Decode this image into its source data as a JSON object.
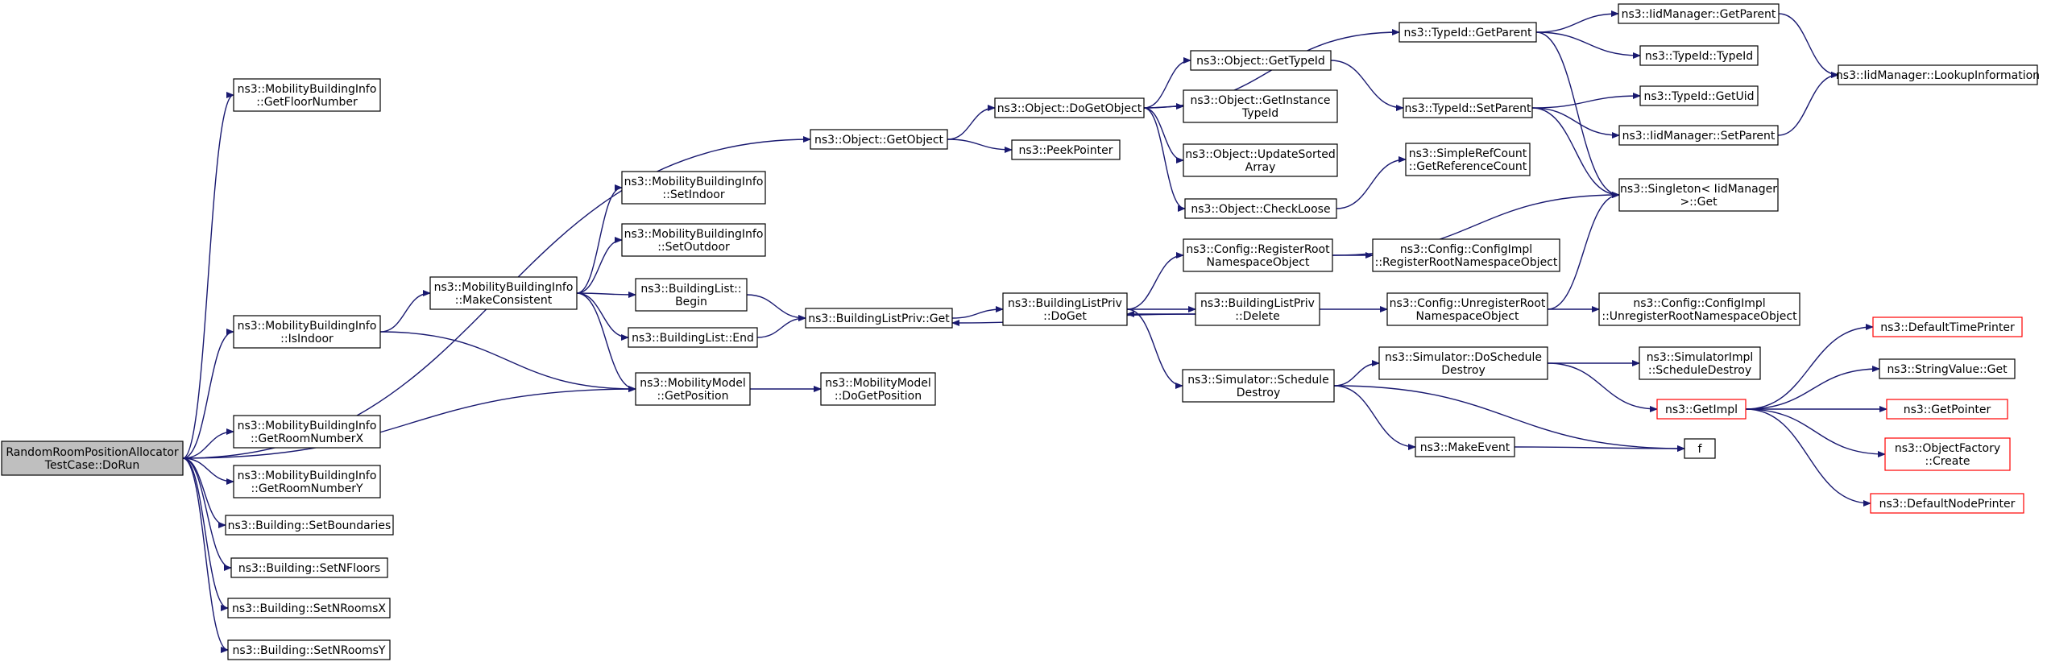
{
  "colors": {
    "edge": "#191970",
    "node_border": "#000000",
    "node_fill": "#ffffff",
    "root_fill": "#bfbfbf",
    "root_border": "#000000",
    "truncated_border": "#ff0000"
  },
  "nodes": {
    "root": {
      "lines": [
        "RandomRoomPositionAllocator",
        "TestCase::DoRun"
      ]
    },
    "getFloorNumber": {
      "lines": [
        "ns3::MobilityBuildingInfo",
        "::GetFloorNumber"
      ]
    },
    "isIndoor": {
      "lines": [
        "ns3::MobilityBuildingInfo",
        "::IsIndoor"
      ]
    },
    "getRoomNumberX": {
      "lines": [
        "ns3::MobilityBuildingInfo",
        "::GetRoomNumberX"
      ]
    },
    "getRoomNumberY": {
      "lines": [
        "ns3::MobilityBuildingInfo",
        "::GetRoomNumberY"
      ]
    },
    "setBoundaries": {
      "lines": [
        "ns3::Building::SetBoundaries"
      ]
    },
    "setNFloors": {
      "lines": [
        "ns3::Building::SetNFloors"
      ]
    },
    "setNRoomsX": {
      "lines": [
        "ns3::Building::SetNRoomsX"
      ]
    },
    "setNRoomsY": {
      "lines": [
        "ns3::Building::SetNRoomsY"
      ]
    },
    "makeConsistent": {
      "lines": [
        "ns3::MobilityBuildingInfo",
        "::MakeConsistent"
      ]
    },
    "setIndoor": {
      "lines": [
        "ns3::MobilityBuildingInfo",
        "::SetIndoor"
      ]
    },
    "setOutdoor": {
      "lines": [
        "ns3::MobilityBuildingInfo",
        "::SetOutdoor"
      ]
    },
    "blBegin": {
      "lines": [
        "ns3::BuildingList::",
        "Begin"
      ]
    },
    "blEnd": {
      "lines": [
        "ns3::BuildingList::End"
      ]
    },
    "getPosition": {
      "lines": [
        "ns3::MobilityModel",
        "::GetPosition"
      ]
    },
    "doGetPosition": {
      "lines": [
        "ns3::MobilityModel",
        "::DoGetPosition"
      ]
    },
    "getObject": {
      "lines": [
        "ns3::Object::GetObject"
      ]
    },
    "doGetObject": {
      "lines": [
        "ns3::Object::DoGetObject"
      ]
    },
    "peekPointer": {
      "lines": [
        "ns3::PeekPointer"
      ]
    },
    "getTypeId": {
      "lines": [
        "ns3::Object::GetTypeId"
      ]
    },
    "getInstanceTypeId": {
      "lines": [
        "ns3::Object::GetInstance",
        "TypeId"
      ]
    },
    "updateSortedArray": {
      "lines": [
        "ns3::Object::UpdateSorted",
        "Array"
      ]
    },
    "checkLoose": {
      "lines": [
        "ns3::Object::CheckLoose"
      ]
    },
    "typeIdGetParent": {
      "lines": [
        "ns3::TypeId::GetParent"
      ]
    },
    "typeIdSetParent": {
      "lines": [
        "ns3::TypeId::SetParent"
      ]
    },
    "iidGetParent": {
      "lines": [
        "ns3::IidManager::GetParent"
      ]
    },
    "typeIdTypeId": {
      "lines": [
        "ns3::TypeId::TypeId"
      ]
    },
    "getUid": {
      "lines": [
        "ns3::TypeId::GetUid"
      ]
    },
    "iidSetParent": {
      "lines": [
        "ns3::IidManager::SetParent"
      ]
    },
    "lookupInformation": {
      "lines": [
        "ns3::IidManager::LookupInformation"
      ]
    },
    "singletonGet": {
      "lines": [
        "ns3::Singleton< IidManager",
        ">::Get"
      ]
    },
    "getReferenceCount": {
      "lines": [
        "ns3::SimpleRefCount",
        "::GetReferenceCount"
      ]
    },
    "blPrivGet": {
      "lines": [
        "ns3::BuildingListPriv::Get"
      ]
    },
    "blPrivDoGet": {
      "lines": [
        "ns3::BuildingListPriv",
        "::DoGet"
      ]
    },
    "blPrivDelete": {
      "lines": [
        "ns3::BuildingListPriv",
        "::Delete"
      ]
    },
    "registerRootNs": {
      "lines": [
        "ns3::Config::RegisterRoot",
        "NamespaceObject"
      ]
    },
    "configImplRegister": {
      "lines": [
        "ns3::Config::ConfigImpl",
        "::RegisterRootNamespaceObject"
      ]
    },
    "unregisterRootNs": {
      "lines": [
        "ns3::Config::UnregisterRoot",
        "NamespaceObject"
      ]
    },
    "configImplUnregister": {
      "lines": [
        "ns3::Config::ConfigImpl",
        "::UnregisterRootNamespaceObject"
      ]
    },
    "scheduleDestroy": {
      "lines": [
        "ns3::Simulator::Schedule",
        "Destroy"
      ]
    },
    "doScheduleDestroy": {
      "lines": [
        "ns3::Simulator::DoSchedule",
        "Destroy"
      ]
    },
    "simImplScheduleDestroy": {
      "lines": [
        "ns3::SimulatorImpl",
        "::ScheduleDestroy"
      ]
    },
    "makeEvent": {
      "lines": [
        "ns3::MakeEvent"
      ]
    },
    "f": {
      "lines": [
        "f"
      ]
    },
    "getImpl": {
      "lines": [
        "ns3::GetImpl"
      ]
    },
    "defaultTimePrinter": {
      "lines": [
        "ns3::DefaultTimePrinter"
      ]
    },
    "stringValueGet": {
      "lines": [
        "ns3::StringValue::Get"
      ]
    },
    "getPointer": {
      "lines": [
        "ns3::GetPointer"
      ]
    },
    "objectFactoryCreate": {
      "lines": [
        "ns3::ObjectFactory",
        "::Create"
      ]
    },
    "defaultNodePrinter": {
      "lines": [
        "ns3::DefaultNodePrinter"
      ]
    }
  },
  "edges": [
    [
      "root",
      "getFloorNumber"
    ],
    [
      "root",
      "isIndoor"
    ],
    [
      "root",
      "getObject"
    ],
    [
      "root",
      "getPosition"
    ],
    [
      "root",
      "getRoomNumberX"
    ],
    [
      "root",
      "getRoomNumberY"
    ],
    [
      "root",
      "setBoundaries"
    ],
    [
      "root",
      "setNFloors"
    ],
    [
      "root",
      "setNRoomsX"
    ],
    [
      "root",
      "setNRoomsY"
    ],
    [
      "isIndoor",
      "makeConsistent"
    ],
    [
      "isIndoor",
      "getPosition"
    ],
    [
      "makeConsistent",
      "setIndoor"
    ],
    [
      "makeConsistent",
      "setOutdoor"
    ],
    [
      "makeConsistent",
      "blBegin"
    ],
    [
      "makeConsistent",
      "blEnd"
    ],
    [
      "makeConsistent",
      "getPosition"
    ],
    [
      "blBegin",
      "blPrivGet"
    ],
    [
      "blEnd",
      "blPrivGet"
    ],
    [
      "getPosition",
      "doGetPosition"
    ],
    [
      "getObject",
      "doGetObject"
    ],
    [
      "getObject",
      "peekPointer"
    ],
    [
      "doGetObject",
      "typeIdGetParent"
    ],
    [
      "doGetObject",
      "getTypeId"
    ],
    [
      "doGetObject",
      "getInstanceTypeId"
    ],
    [
      "doGetObject",
      "updateSortedArray"
    ],
    [
      "doGetObject",
      "checkLoose"
    ],
    [
      "getTypeId",
      "typeIdSetParent"
    ],
    [
      "typeIdGetParent",
      "iidGetParent"
    ],
    [
      "typeIdGetParent",
      "typeIdTypeId"
    ],
    [
      "typeIdGetParent",
      "singletonGet"
    ],
    [
      "typeIdSetParent",
      "getUid"
    ],
    [
      "typeIdSetParent",
      "iidSetParent"
    ],
    [
      "typeIdSetParent",
      "singletonGet"
    ],
    [
      "iidGetParent",
      "lookupInformation"
    ],
    [
      "iidSetParent",
      "lookupInformation"
    ],
    [
      "checkLoose",
      "getReferenceCount"
    ],
    [
      "blPrivGet",
      "blPrivDoGet"
    ],
    [
      "blPrivDoGet",
      "registerRootNs"
    ],
    [
      "blPrivDoGet",
      "blPrivDelete"
    ],
    [
      "blPrivDoGet",
      "scheduleDestroy"
    ],
    [
      "blPrivDelete",
      "blPrivDoGet"
    ],
    [
      "blPrivDelete",
      "blPrivGet"
    ],
    [
      "blPrivDelete",
      "unregisterRootNs"
    ],
    [
      "registerRootNs",
      "singletonGet"
    ],
    [
      "registerRootNs",
      "configImplRegister"
    ],
    [
      "unregisterRootNs",
      "singletonGet"
    ],
    [
      "unregisterRootNs",
      "configImplUnregister"
    ],
    [
      "scheduleDestroy",
      "doScheduleDestroy"
    ],
    [
      "scheduleDestroy",
      "makeEvent"
    ],
    [
      "scheduleDestroy",
      "f"
    ],
    [
      "doScheduleDestroy",
      "simImplScheduleDestroy"
    ],
    [
      "doScheduleDestroy",
      "getImpl"
    ],
    [
      "makeEvent",
      "f"
    ],
    [
      "getImpl",
      "defaultTimePrinter"
    ],
    [
      "getImpl",
      "stringValueGet"
    ],
    [
      "getImpl",
      "getPointer"
    ],
    [
      "getImpl",
      "objectFactoryCreate"
    ],
    [
      "getImpl",
      "defaultNodePrinter"
    ]
  ]
}
